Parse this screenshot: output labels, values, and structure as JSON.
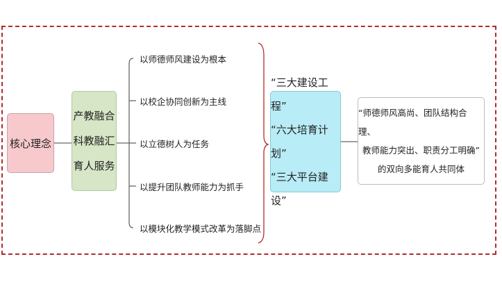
{
  "core_concept": "核心理念",
  "merge_lines": [
    "产教融合",
    "科教融汇",
    "育人服务"
  ],
  "branches": [
    "以师德师风建设为根本",
    "以校企协同创新为主线",
    "以立德树人为任务",
    "以提升团队教师能力为抓手",
    "以模块化教学模式改革为落脚点"
  ],
  "three_lines": [
    "“三大建设工程”",
    "“六大培育计划”",
    "“三大平台建设”"
  ],
  "result_lines": [
    "“师德师风高尚、团队结构合理、",
    "教师能力突出、职责分工明确”",
    "的双向多能育人共同体"
  ],
  "colors": {
    "frame": "#b32a2a",
    "core_fill": "#f7c9cd",
    "merge_fill": "#d6e6c6",
    "three_fill": "#b8ecf6",
    "brace": "#b32a2a"
  }
}
